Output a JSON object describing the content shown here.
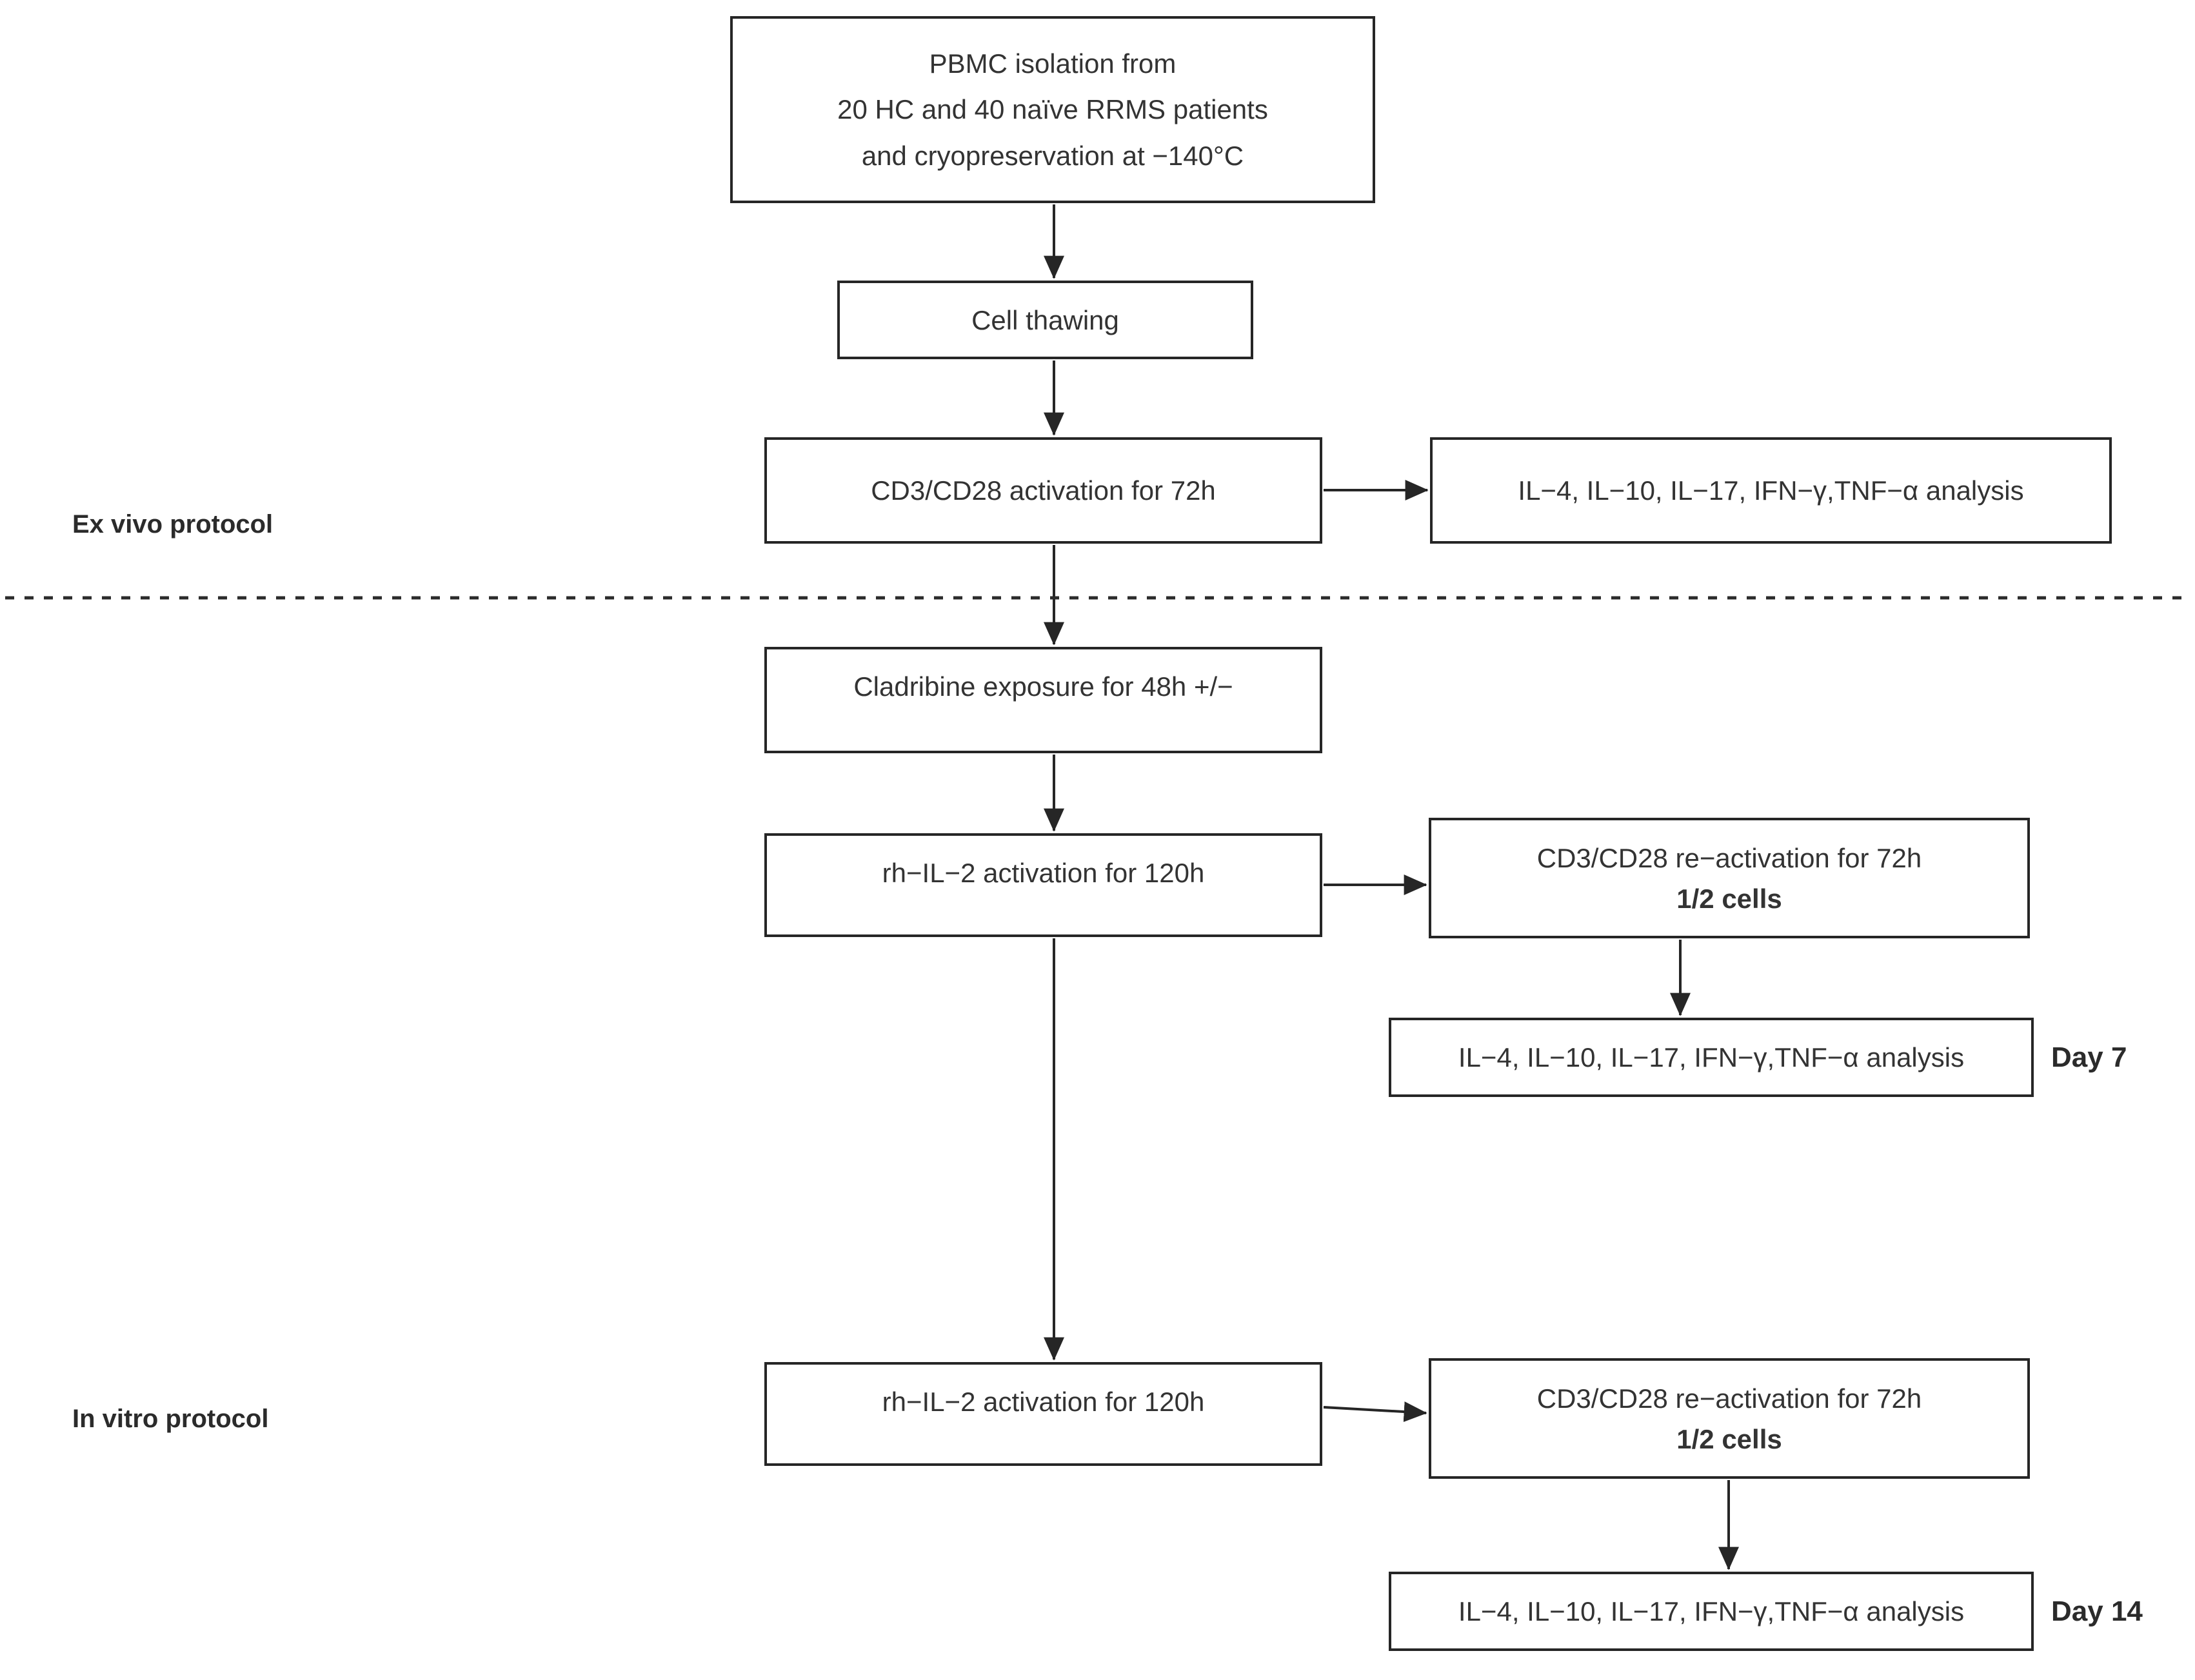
{
  "labels": {
    "ex_vivo": "Ex vivo protocol",
    "in_vitro": "In vitro protocol",
    "day7": "Day 7",
    "day14": "Day 14"
  },
  "nodes": {
    "pbmc": "PBMC isolation from\n20 HC and 40  naïve RRMS patients\nand cryopreservation at −140°C",
    "thaw": "Cell thawing",
    "activation": "CD3/CD28 activation for 72h",
    "analysis_ex_vivo": "IL−4, IL−10, IL−17, IFN−γ,TNF−α analysis",
    "cladribine": "Cladribine exposure for 48h +/−",
    "rhil2_1": "rh−IL−2 activation for 120h",
    "reactivation_1": {
      "line1": "CD3/CD28 re−activation for 72h",
      "line2": "1/2 cells"
    },
    "analysis_day7": "IL−4, IL−10, IL−17, IFN−γ,TNF−α analysis",
    "rhil2_2": "rh−IL−2 activation for 120h",
    "reactivation_2": {
      "line1": "CD3/CD28 re−activation for 72h",
      "line2": "1/2 cells"
    },
    "analysis_day14": "IL−4, IL−10, IL−17, IFN−γ,TNF−α analysis"
  },
  "colors": {
    "line": "#262626",
    "box_border": "#262626",
    "box_fill": "#ffffff",
    "text": "#333333",
    "background": "#ffffff"
  }
}
